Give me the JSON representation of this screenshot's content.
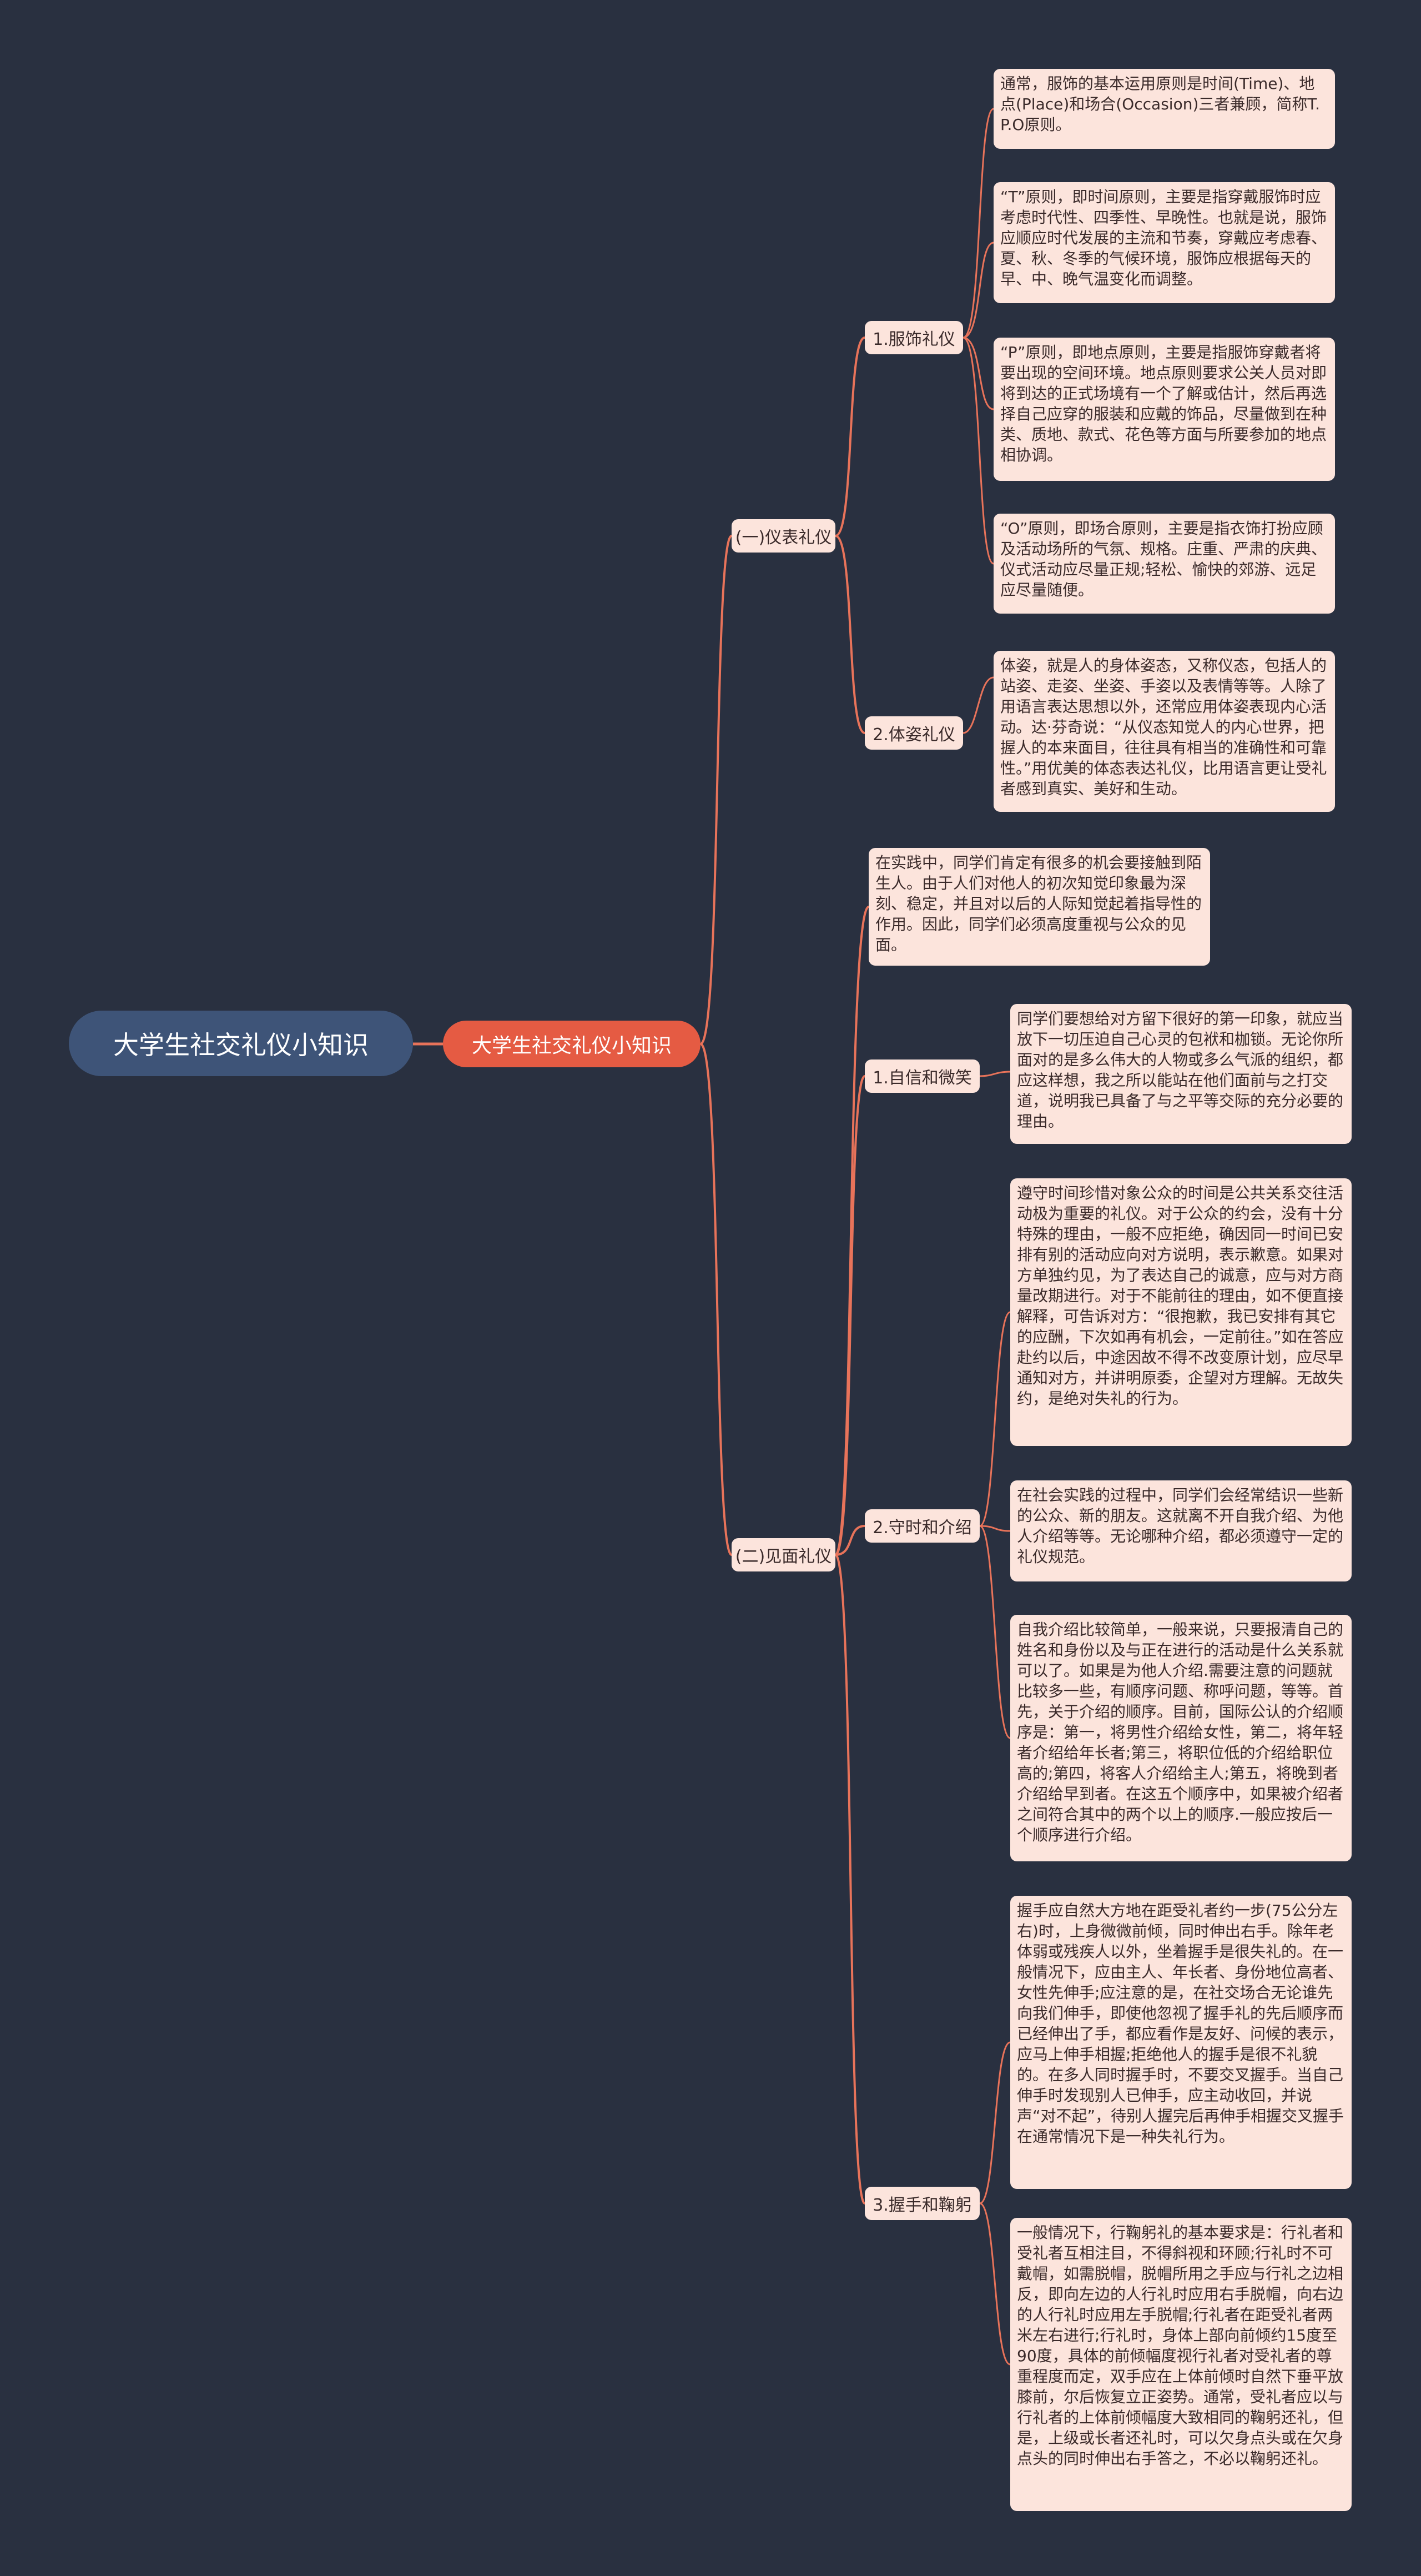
{
  "root": {
    "label": "大学生社交礼仪小知识"
  },
  "main": {
    "label": "大学生社交礼仪小知识"
  },
  "branches": [
    {
      "label": "(一)仪表礼仪",
      "subs": [
        {
          "label": "1.服饰礼仪",
          "leaves": [
            "通常，服饰的基本运用原则是时间(Time)、地点(Place)和场合(Occasion)三者兼顾，简称T.P.O原则。",
            "“T”原则，即时间原则，主要是指穿戴服饰时应考虑时代性、四季性、早晚性。也就是说，服饰应顺应时代发展的主流和节奏，穿戴应考虑春、夏、秋、冬季的气候环境，服饰应根据每天的早、中、晚气温变化而调整。",
            "“P”原则，即地点原则，主要是指服饰穿戴者将要出现的空间环境。地点原则要求公关人员对即将到达的正式场境有一个了解或估计，然后再选择自己应穿的服装和应戴的饰品，尽量做到在种类、质地、款式、花色等方面与所要参加的地点相协调。",
            "“O”原则，即场合原则，主要是指衣饰打扮应顾及活动场所的气氛、规格。庄重、严肃的庆典、仪式活动应尽量正规;轻松、愉快的郊游、远足应尽量随便。"
          ]
        },
        {
          "label": "2.体姿礼仪",
          "leaves": [
            "体姿，就是人的身体姿态，又称仪态，包括人的站姿、走姿、坐姿、手姿以及表情等等。人除了用语言表达思想以外，还常应用体姿表现内心活动。达·芬奇说：“从仪态知觉人的内心世界，把握人的本来面目，往往具有相当的准确性和可靠性。”用优美的体态表达礼仪，比用语言更让受礼者感到真实、美好和生动。"
          ]
        }
      ]
    },
    {
      "label": "(二)见面礼仪",
      "intro": "在实践中，同学们肯定有很多的机会要接触到陌生人。由于人们对他人的初次知觉印象最为深刻、稳定，并且对以后的人际知觉起着指导性的作用。因此，同学们必须高度重视与公众的见面。",
      "subs": [
        {
          "label": "1.自信和微笑",
          "leaves": [
            "同学们要想给对方留下很好的第一印象，就应当放下一切压迫自己心灵的包袱和枷锁。无论你所面对的是多么伟大的人物或多么气派的组织，都应这样想，我之所以能站在他们面前与之打交道，说明我已具备了与之平等交际的充分必要的理由。"
          ]
        },
        {
          "label": "2.守时和介绍",
          "leaves": [
            "遵守时间珍惜对象公众的时间是公共关系交往活动极为重要的礼仪。对于公众的约会，没有十分特殊的理由，一般不应拒绝，确因同一时间已安排有别的活动应向对方说明，表示歉意。如果对方单独约见，为了表达自己的诚意，应与对方商量改期进行。对于不能前往的理由，如不便直接解释，可告诉对方：“很抱歉，我已安排有其它的应酬，下次如再有机会，一定前往。”如在答应赴约以后，中途因故不得不改变原计划，应尽早通知对方，并讲明原委，企望对方理解。无故失约，是绝对失礼的行为。",
            "在社会实践的过程中，同学们会经常结识一些新的公众、新的朋友。这就离不开自我介绍、为他人介绍等等。无论哪种介绍，都必须遵守一定的礼仪规范。",
            "自我介绍比较简单，一般来说，只要报清自己的姓名和身份以及与正在进行的活动是什么关系就可以了。如果是为他人介绍.需要注意的问题就比较多一些，有顺序问题、称呼问题，等等。首先，关于介绍的顺序。目前，国际公认的介绍顺序是：第一，将男性介绍给女性，第二，将年轻者介绍给年长者;第三，将职位低的介绍给职位高的;第四，将客人介绍给主人;第五，将晚到者介绍给早到者。在这五个顺序中，如果被介绍者之间符合其中的两个以上的顺序.一般应按后一个顺序进行介绍。"
          ]
        },
        {
          "label": "3.握手和鞠躬",
          "leaves": [
            "握手应自然大方地在距受礼者约一步(75公分左右)时，上身微微前倾，同时伸出右手。除年老体弱或残疾人以外，坐着握手是很失礼的。在一般情况下，应由主人、年长者、身份地位高者、女性先伸手;应注意的是，在社交场合无论谁先向我们伸手，即使他忽视了握手礼的先后顺序而已经伸出了手，都应看作是友好、问候的表示，应马上伸手相握;拒绝他人的握手是很不礼貌的。在多人同时握手时，不要交叉握手。当自己伸手时发现别人已伸手，应主动收回，并说声“对不起”，待别人握完后再伸手相握交叉握手在通常情况下是一种失礼行为。",
            "一般情况下，行鞠躬礼的基本要求是：行礼者和受礼者互相注目，不得斜视和环顾;行礼时不可戴帽，如需脱帽，脱帽所用之手应与行礼之边相反，即向左边的人行礼时应用右手脱帽，向右边的人行礼时应用左手脱帽;行礼者在距受礼者两米左右进行;行礼时，身体上部向前倾约15度至90度，具体的前倾幅度视行礼者对受礼者的尊重程度而定，双手应在上体前倾时自然下垂平放膝前，尔后恢复立正姿势。通常，受礼者应以与行礼者的上体前倾幅度大致相同的鞠躬还礼，但是，上级或长者还礼时，可以欠身点头或在欠身点头的同时伸出右手答之，不必以鞠躬还礼。"
          ]
        }
      ]
    }
  ],
  "colors": {
    "background": "#293040",
    "root": "#3E5478",
    "main": "#E55B43",
    "node": "#FCE4DC",
    "connector": "#E8735A"
  }
}
